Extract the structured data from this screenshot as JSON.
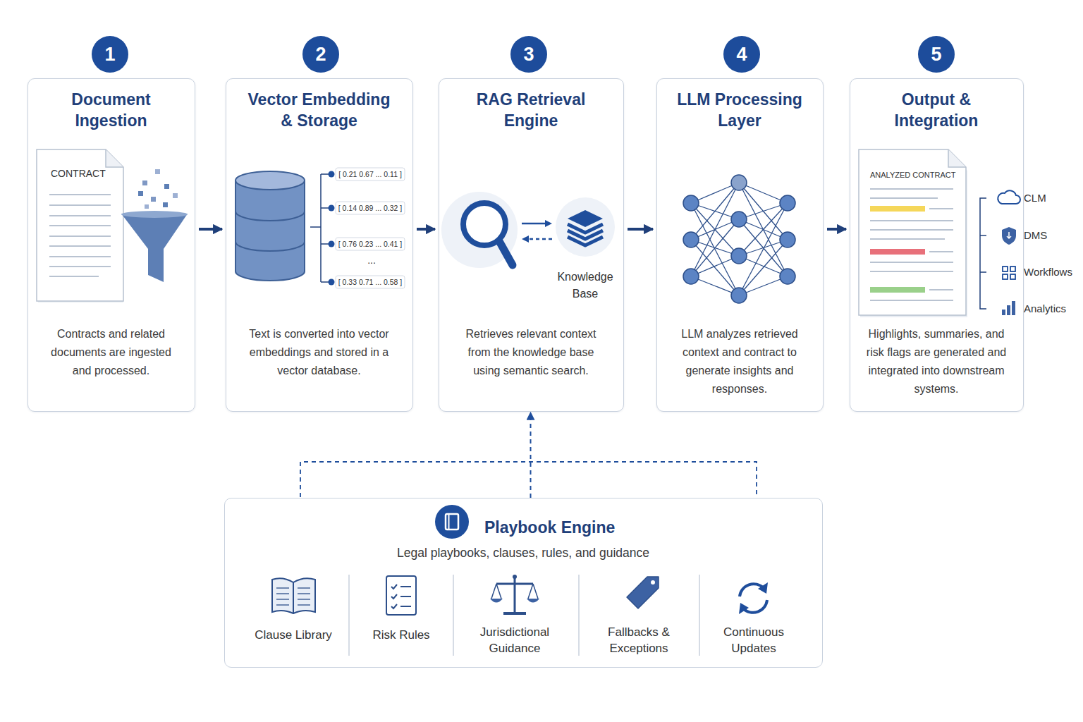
{
  "diagram": {
    "nodes": [
      {
        "text": [
          "1"
        ]
      },
      {
        "text": [
          "Document Ingestion",
          "Contracts and related documents are ingested and processed."
        ]
      },
      {
        "text": [
          "2"
        ]
      },
      {
        "text": [
          "Vector Embedding & Storage",
          "Text is converted into vector embeddings and stored in a vector database."
        ]
      },
      {
        "text": [
          "3"
        ]
      },
      {
        "text": [
          "RAG Retrieval Engine",
          "Retrieves relevant context from the knowledge base using semantic search."
        ]
      },
      {
        "text": [
          "4"
        ]
      },
      {
        "text": [
          "LLM Processing Layer",
          "LLM analyzes retrieved context and contract to generate insights and responses."
        ]
      },
      {
        "text": [
          "5"
        ]
      },
      {
        "text": [
          "Output & Integration",
          "Highlights, summaries, and risk flags are generated and integrated into downstream systems."
        ]
      },
      {
        "text": [
          "Playbook Engine",
          "Legal playbooks, clauses, rules, and guidance"
        ]
      }
    ],
    "edges": [
      {
        "from": 1,
        "to": 3,
        "arrow": "to"
      },
      {
        "from": 3,
        "to": 5,
        "arrow": "to"
      },
      {
        "from": 5,
        "to": 7,
        "arrow": "to"
      },
      {
        "from": 7,
        "to": 9,
        "arrow": "to"
      },
      {
        "from": 10,
        "to": 5,
        "arrow": "to"
      }
    ],
    "labels": [
      "CONTRACT",
      "[ 0.21 0.67 ... 0.11 ]",
      "[ 0.14 0.89 ... 0.32 ]",
      "[ 0.76 0.23 ... 0.41 ]",
      "...",
      "[ 0.33 0.71 ... 0.58 ]",
      "Knowledge Base",
      "ANALYZED CONTRACT",
      "CLM",
      "DMS",
      "Workflows",
      "Analytics",
      "Clause Library",
      "Risk Rules",
      "Jurisdictional Guidance",
      "Fallbacks & Exceptions",
      "Continuous Updates"
    ]
  }
}
